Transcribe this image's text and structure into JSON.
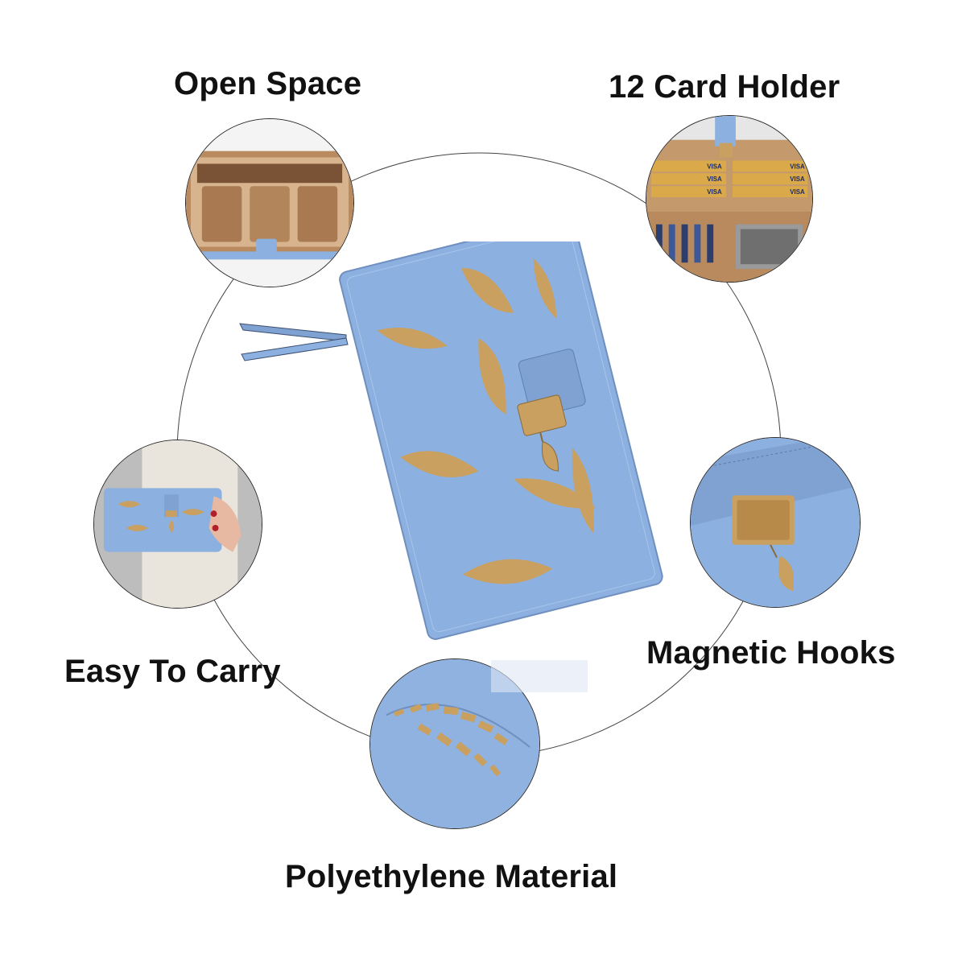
{
  "features": {
    "open_space": "Open Space",
    "card_holder": "12 Card Holder",
    "easy_carry": "Easy To Carry",
    "magnetic_hooks": "Magnetic Hooks",
    "material": "Polyethylene Material"
  },
  "card_brand": "VISA",
  "product": {
    "name": "wallet-leaf-cutout",
    "icon": "leaf-charm-icon"
  },
  "colors": {
    "wallet_blue": "#8cb0e0",
    "gold": "#c9a060",
    "tan": "#c49a6c",
    "label_text": "#111111"
  }
}
